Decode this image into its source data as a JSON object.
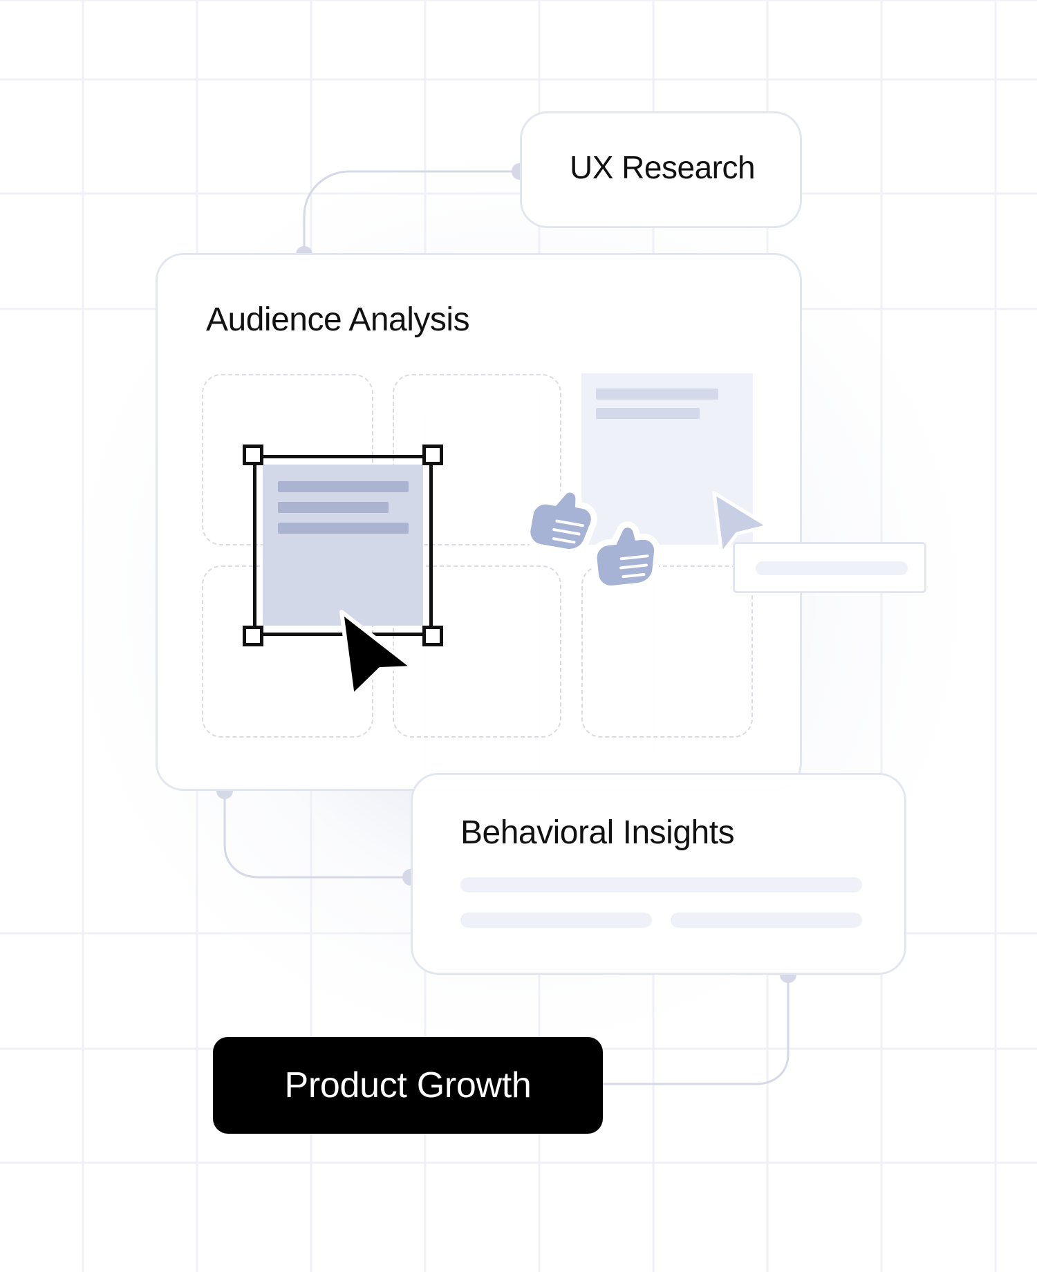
{
  "diagram": {
    "ux_research": {
      "label": "UX Research"
    },
    "audience_analysis": {
      "label": "Audience Analysis"
    },
    "behavioral_insights": {
      "label": "Behavioral Insights"
    },
    "product_growth": {
      "label": "Product Growth"
    },
    "colors": {
      "line": "#d4d8e7",
      "card_border": "#e2e6ef",
      "accent": "#a9b4d2",
      "dark": "#111111",
      "button": "#000000"
    },
    "icons": [
      "thumbs-up-icon",
      "arrow-cursor-icon",
      "selection-handle-icon"
    ]
  }
}
